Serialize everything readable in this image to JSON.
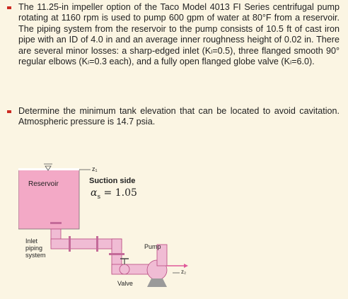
{
  "problem": {
    "paragraph1": "The 11.25-in impeller option of the Taco Model 4013 FI Series centrifugal pump rotating at 1160 rpm is used to pump 600 gpm of water at 80°F from a reservoir. The piping system from the reservoir to the pump consists of 10.5 ft of cast iron pipe with an ID of 4.0 in and an average inner roughness height of 0.02 in. There are several minor losses: a sharp-edged inlet (Kₗ=0.5), three flanged smooth 90° regular elbows (Kₗ=0.3 each), and a fully open flanged globe valve (Kₗ=6.0).",
    "paragraph2": "Determine the minimum tank elevation that can be located to avoid cavitation. Atmospheric pressure is 14.7 psia."
  },
  "figure": {
    "reservoir_label": "Reservoir",
    "z1_label": "z₁",
    "suction_label": "Suction side",
    "alpha_label": "α",
    "alpha_sub": "s",
    "alpha_value": " = 1.05",
    "inlet_label_1": "Inlet",
    "inlet_label_2": "piping",
    "inlet_label_3": "system",
    "pump_label": "Pump",
    "valve_label": "Valve",
    "z2_label": "z₂"
  },
  "colors": {
    "background": "#fbf5e3",
    "bullet": "#cc2a22",
    "water": "#f3a9c6",
    "pipe": "#f0bcd4",
    "pipe_edge": "#b84a80",
    "pump_gray": "#9a9a9a"
  }
}
